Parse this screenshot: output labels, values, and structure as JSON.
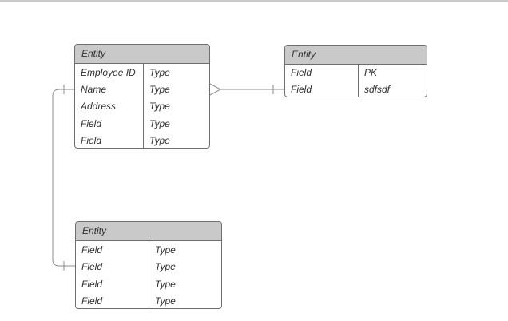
{
  "page": {
    "background": "#ffffff",
    "top_bar_color": "#c9c9c9"
  },
  "colors": {
    "header_fill": "#c9c9c9",
    "border": "#6e6e6e",
    "connector": "#8c8c8c",
    "text": "#2f2f2f"
  },
  "tables": [
    {
      "title": "Entity",
      "rows": [
        {
          "field": "Employee ID",
          "type": "Type"
        },
        {
          "field": "Name",
          "type": "Type"
        },
        {
          "field": "Address",
          "type": "Type"
        },
        {
          "field": "Field",
          "type": "Type"
        },
        {
          "field": "Field",
          "type": "Type"
        }
      ]
    },
    {
      "title": "Entity",
      "rows": [
        {
          "field": "Field",
          "type": "PK"
        },
        {
          "field": "Field",
          "type": "sdfsdf"
        }
      ]
    },
    {
      "title": "Entity",
      "rows": [
        {
          "field": "Field",
          "type": "Type"
        },
        {
          "field": "Field",
          "type": "Type"
        },
        {
          "field": "Field",
          "type": "Type"
        },
        {
          "field": "Field",
          "type": "Type"
        }
      ]
    }
  ],
  "connectors": [
    {
      "from": "entity-table-top-left",
      "from_row": "Name",
      "to": "entity-table-top-right",
      "to_row": "Field (sdfsdf)",
      "notation_from": "many (crow's foot)",
      "notation_to": "one (tick)"
    },
    {
      "from": "entity-table-top-left",
      "from_row": "Name",
      "to": "entity-table-bottom",
      "to_row": "Field (row 2)",
      "notation_from": "one (tick)",
      "notation_to": "one (tick)"
    }
  ]
}
